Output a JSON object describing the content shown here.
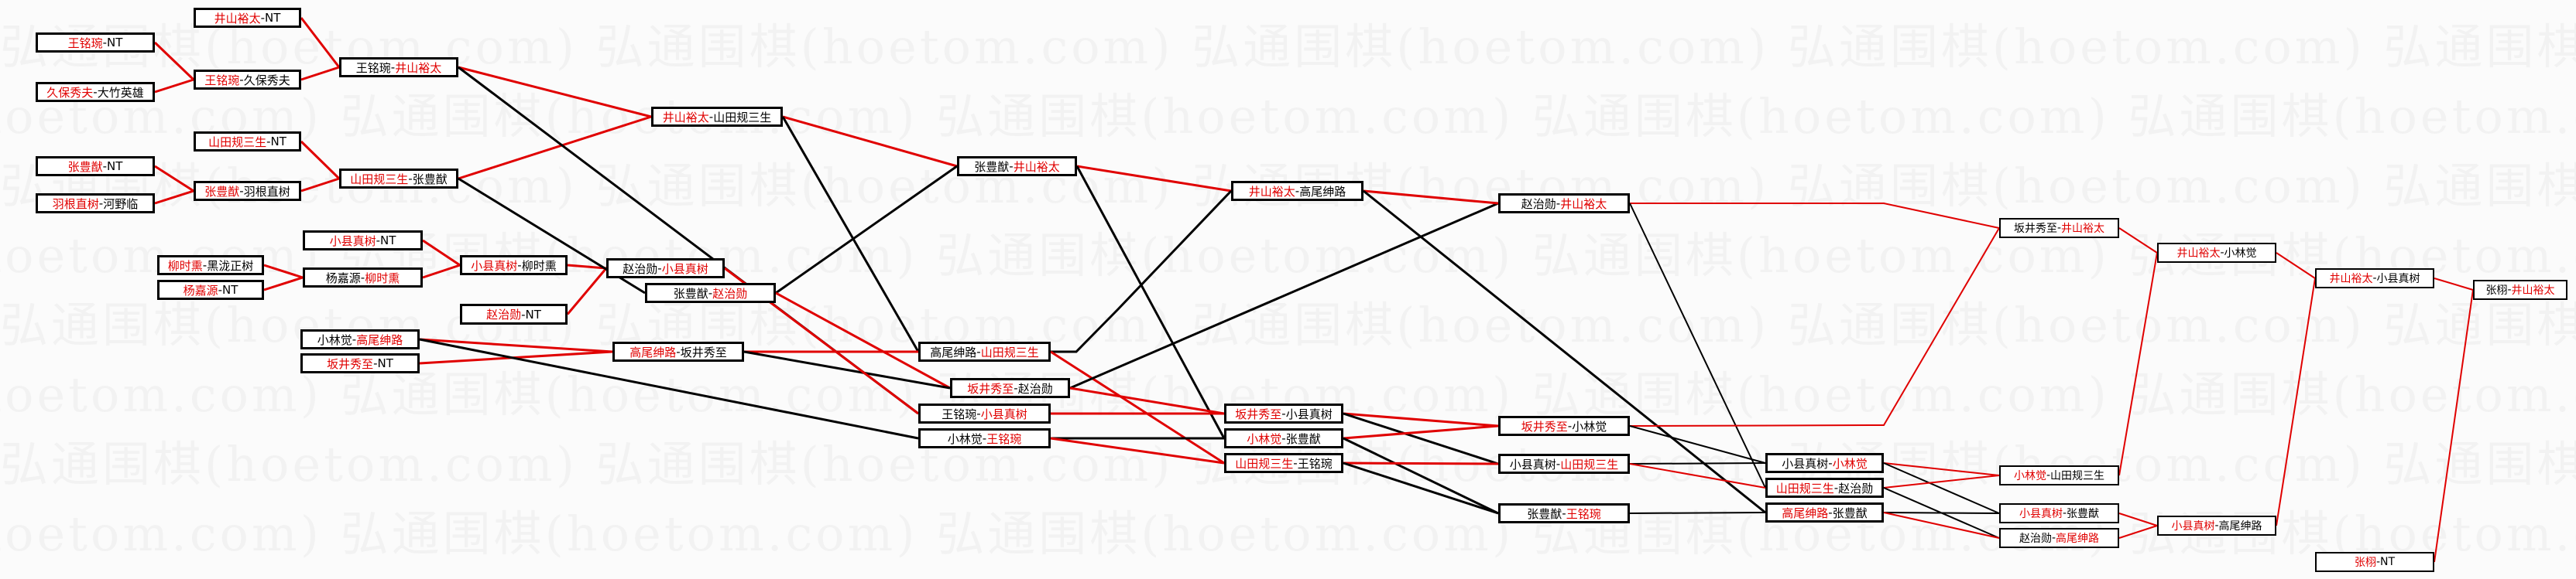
{
  "watermark": "弘通围棋(hoetom.com)",
  "separator": "-",
  "colors": {
    "winner": "#e00000",
    "loser": "#000000"
  },
  "boxes": [
    {
      "a": "井山裕太",
      "b": "NT",
      "red": "a"
    },
    {
      "a": "王铭琬",
      "b": "NT",
      "red": "a"
    },
    {
      "a": "王铭琬",
      "b": "久保秀夫",
      "red": "a"
    },
    {
      "a": "王铭琬",
      "b": "井山裕太",
      "red": "b"
    },
    {
      "a": "久保秀夫",
      "b": "大竹英雄",
      "red": "a"
    },
    {
      "a": "山田规三生",
      "b": "NT",
      "red": "a"
    },
    {
      "a": "张豊猷",
      "b": "NT",
      "red": "a"
    },
    {
      "a": "张豊猷",
      "b": "羽根直树",
      "red": "a"
    },
    {
      "a": "山田规三生",
      "b": "张豊猷",
      "red": "a"
    },
    {
      "a": "羽根直树",
      "b": "河野临",
      "red": "a"
    },
    {
      "a": "小县真树",
      "b": "NT",
      "red": "a"
    },
    {
      "a": "柳时熏",
      "b": "黑泷正树",
      "red": "a"
    },
    {
      "a": "杨嘉源",
      "b": "柳时熏",
      "red": "b"
    },
    {
      "a": "杨嘉源",
      "b": "NT",
      "red": "a"
    },
    {
      "a": "小县真树",
      "b": "柳时熏",
      "red": "a"
    },
    {
      "a": "赵治勋",
      "b": "NT",
      "red": "a"
    },
    {
      "a": "小林觉",
      "b": "高尾绅路",
      "red": "b"
    },
    {
      "a": "坂井秀至",
      "b": "NT",
      "red": "a"
    },
    {
      "a": "赵治勋",
      "b": "小县真树",
      "red": "b"
    },
    {
      "a": "张豊猷",
      "b": "赵治勋",
      "red": "b"
    },
    {
      "a": "井山裕太",
      "b": "山田规三生",
      "red": "a"
    },
    {
      "a": "高尾绅路",
      "b": "坂井秀至",
      "red": "a"
    },
    {
      "a": "张豊猷",
      "b": "井山裕太",
      "red": "b"
    },
    {
      "a": "高尾绅路",
      "b": "山田规三生",
      "red": "b"
    },
    {
      "a": "坂井秀至",
      "b": "赵治勋",
      "red": "a"
    },
    {
      "a": "王铭琬",
      "b": "小县真树",
      "red": "b"
    },
    {
      "a": "小林觉",
      "b": "王铭琬",
      "red": "b"
    },
    {
      "a": "井山裕太",
      "b": "高尾绅路",
      "red": "a"
    },
    {
      "a": "坂井秀至",
      "b": "小县真树",
      "red": "a"
    },
    {
      "a": "小林觉",
      "b": "张豊猷",
      "red": "a"
    },
    {
      "a": "山田规三生",
      "b": "王铭琬",
      "red": "a"
    },
    {
      "a": "赵治勋",
      "b": "井山裕太",
      "red": "b"
    },
    {
      "a": "坂井秀至",
      "b": "小林觉",
      "red": "a"
    },
    {
      "a": "小县真树",
      "b": "山田规三生",
      "red": "b"
    },
    {
      "a": "张豊猷",
      "b": "王铭琬",
      "red": "b"
    },
    {
      "a": "小县真树",
      "b": "小林觉",
      "red": "b"
    },
    {
      "a": "山田规三生",
      "b": "赵治勋",
      "red": "a"
    },
    {
      "a": "高尾绅路",
      "b": "张豊猷",
      "red": "a"
    },
    {
      "a": "坂井秀至",
      "b": "井山裕太",
      "red": "b"
    },
    {
      "a": "小林觉",
      "b": "山田规三生",
      "red": "a"
    },
    {
      "a": "小县真树",
      "b": "张豊猷",
      "red": "a"
    },
    {
      "a": "赵治勋",
      "b": "高尾绅路",
      "red": "b"
    },
    {
      "a": "井山裕太",
      "b": "小林觉",
      "red": "a"
    },
    {
      "a": "小县真树",
      "b": "高尾绅路",
      "red": "a"
    },
    {
      "a": "井山裕太",
      "b": "小县真树",
      "red": "a"
    },
    {
      "a": "张栩",
      "b": "井山裕太",
      "red": "b"
    },
    {
      "a": "张栩",
      "b": "NT",
      "red": "a"
    }
  ]
}
